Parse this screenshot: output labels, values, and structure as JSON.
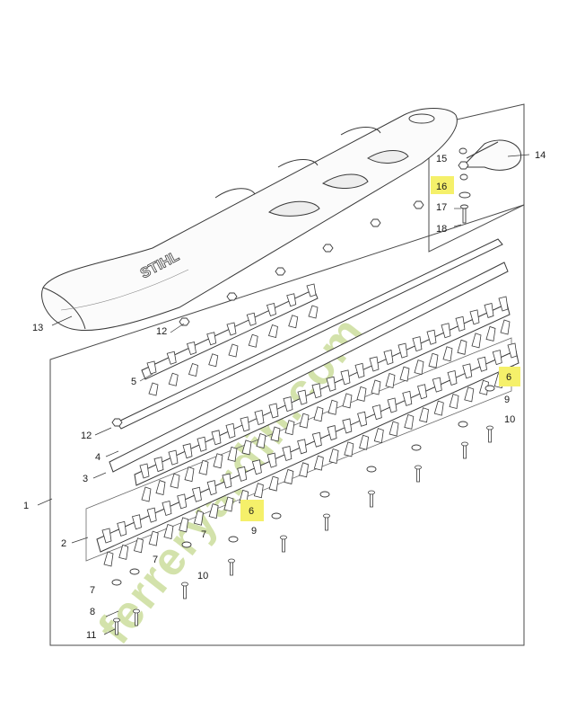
{
  "diagram": {
    "brand_logo_text": "STIHL",
    "watermark_text": "ferreryardin.com",
    "colors": {
      "line": "#3a3a3a",
      "highlight": "#f5f06a",
      "watermark_green": "#b8d77a",
      "watermark_orange": "#f3b46a",
      "watermark_gray": "#c9c2b4"
    },
    "callouts": {
      "c1": "1",
      "c2": "2",
      "c3": "3",
      "c4": "4",
      "c5": "5",
      "c6a": "6",
      "c6b": "6",
      "c7a": "7",
      "c7b": "7",
      "c7c": "7",
      "c8": "8",
      "c9a": "9",
      "c9b": "9",
      "c10a": "10",
      "c10b": "10",
      "c11": "11",
      "c12a": "12",
      "c12b": "12",
      "c13": "13",
      "c14": "14",
      "c15": "15",
      "c16": "16",
      "c17": "17",
      "c18": "18"
    }
  }
}
